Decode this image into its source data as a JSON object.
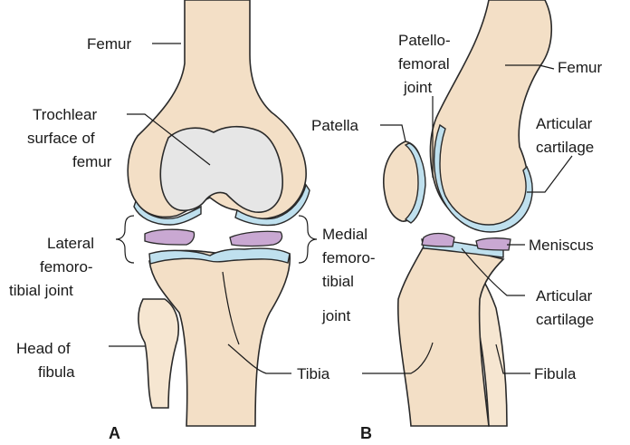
{
  "panels": {
    "a": "A",
    "b": "B"
  },
  "labels": {
    "femur_a": "Femur",
    "trochlear_1": "Trochlear",
    "trochlear_2": "surface of",
    "trochlear_3": "femur",
    "lateral_1": "Lateral",
    "lateral_2": "femoro-",
    "lateral_3": "tibial joint",
    "medial_1": "Medial",
    "medial_2": "femoro-",
    "medial_3": "tibial",
    "medial_4": "joint",
    "head_1": "Head of",
    "head_2": "fibula",
    "tibia": "Tibia",
    "pf_1": "Patello-",
    "pf_2": "femoral",
    "pf_3": "joint",
    "femur_b": "Femur",
    "patella": "Patella",
    "artcart_top_1": "Articular",
    "artcart_top_2": "cartilage",
    "meniscus": "Meniscus",
    "artcart_bot_1": "Articular",
    "artcart_bot_2": "cartilage",
    "fibula": "Fibula"
  },
  "colors": {
    "bone": "#f3dfc6",
    "cartilage": "#bfe0ee",
    "trochlear_surface": "#e6e6e6",
    "meniscus": "#c9a8d2"
  }
}
